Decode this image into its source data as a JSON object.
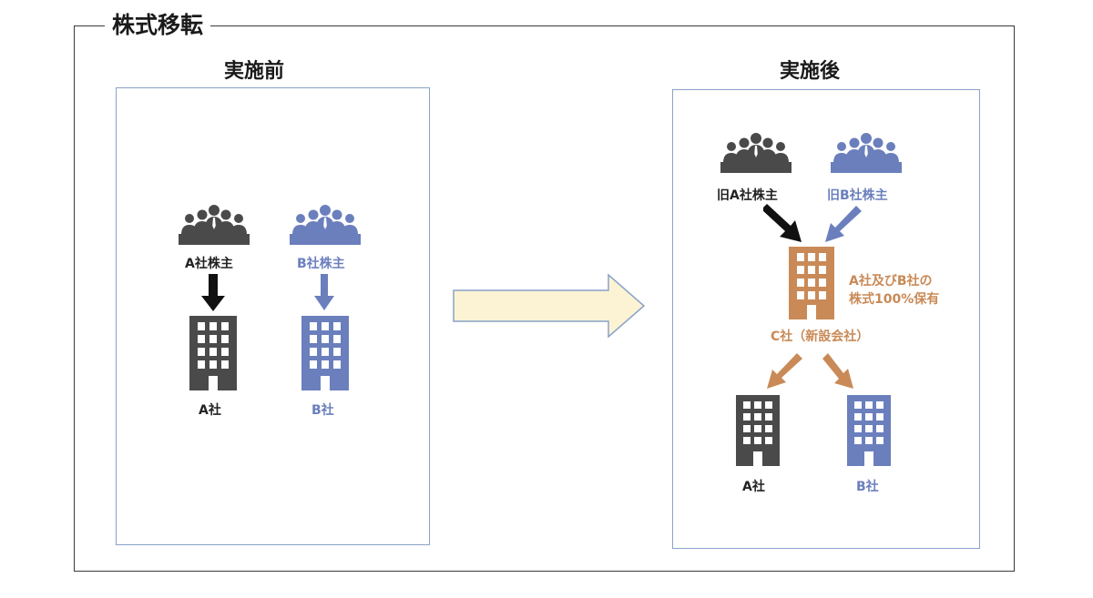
{
  "title": "株式移転",
  "before": {
    "title": "実施前",
    "shareholder_a": "A社株主",
    "shareholder_b": "B社株主",
    "company_a": "A社",
    "company_b": "B社"
  },
  "after": {
    "title": "実施後",
    "shareholder_a": "旧A社株主",
    "shareholder_b": "旧B社株主",
    "holding_note_line1": "A社及びB社の",
    "holding_note_line2": "株式100%保有",
    "company_c": "C社（新設会社）",
    "company_a": "A社",
    "company_b": "B社"
  },
  "colors": {
    "dark": "#4a4a4a",
    "blue": "#6b7fbd",
    "orange": "#c98a57",
    "transition_arrow_fill": "#fbf3d4",
    "transition_arrow_stroke": "#8aa2c8"
  }
}
